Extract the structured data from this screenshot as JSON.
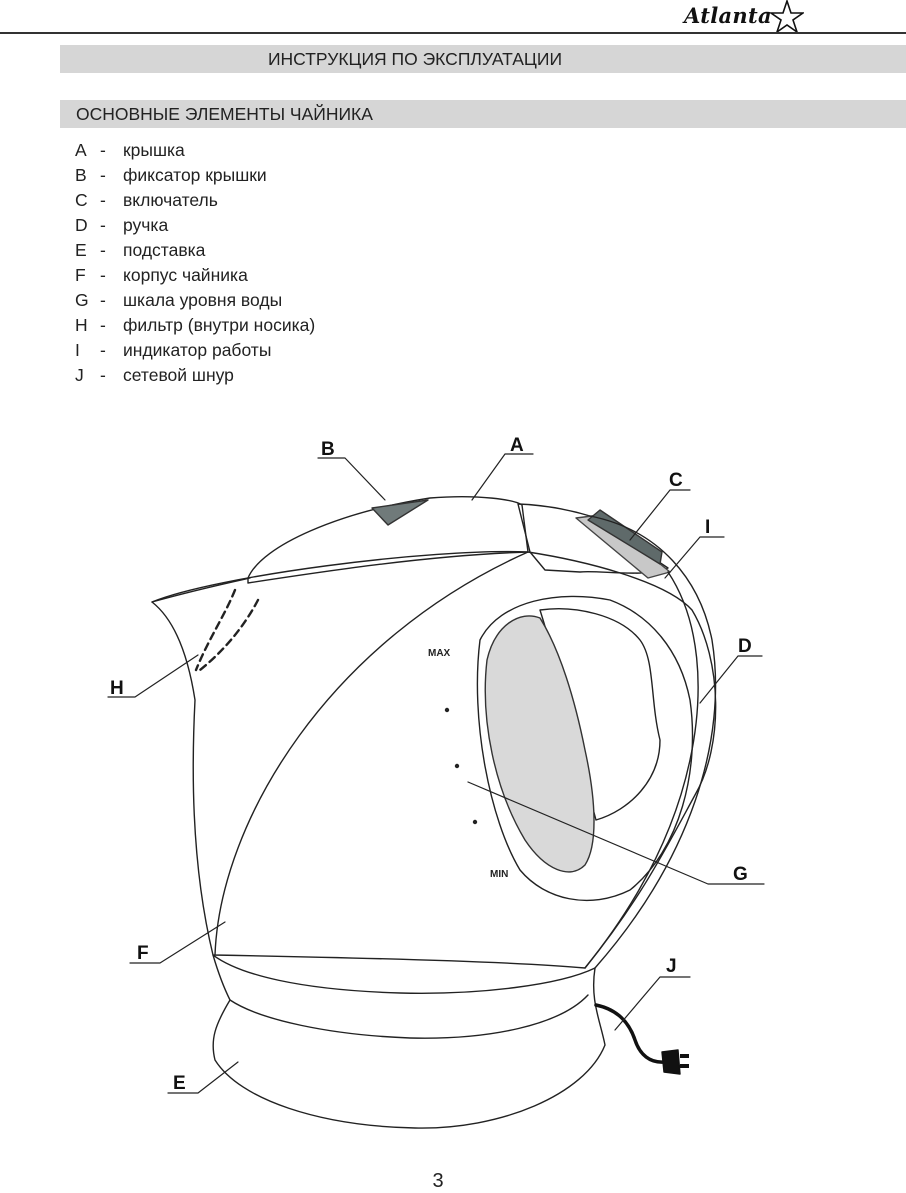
{
  "header": {
    "brand": "Atlanta"
  },
  "manual_title": "ИНСТРУКЦИЯ ПО ЭКСПЛУАТАЦИИ",
  "section_title": "ОСНОВНЫЕ ЭЛЕМЕНТЫ ЧАЙНИКА",
  "dash": "-",
  "parts": [
    {
      "letter": "A",
      "label": "крышка"
    },
    {
      "letter": "B",
      "label": "фиксатор крышки"
    },
    {
      "letter": "C",
      "label": "включатель"
    },
    {
      "letter": "D",
      "label": "ручка"
    },
    {
      "letter": "E",
      "label": "подставка"
    },
    {
      "letter": "F",
      "label": "корпус чайника"
    },
    {
      "letter": "G",
      "label": "шкала уровня воды"
    },
    {
      "letter": "H",
      "label": "фильтр (внутри носика)"
    },
    {
      "letter": "I",
      "label": "индикатор работы"
    },
    {
      "letter": "J",
      "label": "сетевой шнур"
    }
  ],
  "diagram": {
    "callouts": {
      "a": "A",
      "b": "B",
      "c": "C",
      "d": "D",
      "e": "E",
      "f": "F",
      "g": "G",
      "h": "H",
      "i": "I",
      "j": "J"
    },
    "scale_max": "MAX",
    "scale_min": "MIN"
  },
  "page_number": "3",
  "colors": {
    "band": "#d6d6d6",
    "latch": "#707a7a",
    "switch": "#5f6a6a",
    "indicator": "#c8c8c8",
    "window": "#d9d9d9"
  }
}
